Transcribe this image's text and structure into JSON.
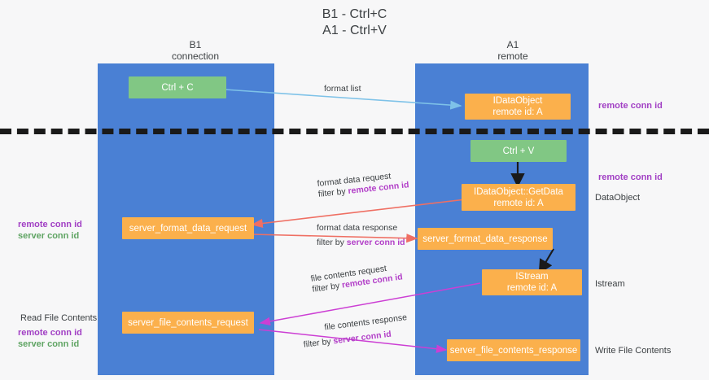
{
  "title": {
    "line1": "B1 - Ctrl+C",
    "line2": "A1 - Ctrl+V"
  },
  "columns": {
    "left": {
      "name": "B1",
      "role": "connection"
    },
    "right": {
      "name": "A1",
      "role": "remote"
    }
  },
  "nodes": {
    "ctrl_c": {
      "label": "Ctrl + C"
    },
    "ctrl_v": {
      "label": "Ctrl + V"
    },
    "idataobject": {
      "line1": "IDataObject",
      "line2": "remote id: A"
    },
    "idataobject_getdata": {
      "line1": "IDataObject::GetData",
      "line2": "remote id: A"
    },
    "server_format_data_request": {
      "label": "server_format_data_request"
    },
    "server_format_data_response": {
      "label": "server_format_data_response"
    },
    "istream": {
      "line1": "IStream",
      "line2": "remote id: A"
    },
    "server_file_contents_request": {
      "label": "server_file_contents_request"
    },
    "server_file_contents_response": {
      "label": "server_file_contents_response"
    }
  },
  "edge_labels": {
    "format_list": "format list",
    "format_data_request": "format data request",
    "format_data_request_filter_prefix": "filter by ",
    "format_data_request_filter_key": "remote conn id",
    "format_data_response": "format data response",
    "format_data_response_filter_prefix": "filter by ",
    "format_data_response_filter_key": "server conn id",
    "file_contents_request": "file contents request",
    "file_contents_request_filter_prefix": "filter by ",
    "file_contents_request_filter_key": "remote conn id",
    "file_contents_response": "file contents response",
    "file_contents_response_filter_prefix": "filter by ",
    "file_contents_response_filter_key": "server conn id"
  },
  "side_labels": {
    "right_remote_conn_id_top": "remote conn id",
    "right_remote_conn_id_mid": "remote conn id",
    "right_dataobject": "DataObject",
    "right_istream": "Istream",
    "right_write_file_contents": "Write File Contents",
    "left_remote_conn_id": "remote conn id",
    "left_server_conn_id": "server conn id",
    "left_read_file_contents": "Read File Contents",
    "left_bottom_remote_conn_id": "remote conn id",
    "left_bottom_server_conn_id": "server conn id"
  },
  "colors": {
    "lane": "#4a80d4",
    "green_node": "#81c784",
    "orange_node": "#fbb04c",
    "arrow_format_list": "#7ec2e8",
    "arrow_format_data": "#ef6f63",
    "arrow_file_contents": "#cc3fd4",
    "arrow_black": "#1a1a1a",
    "accent_purple": "#a13fc4",
    "accent_green": "#5fa463",
    "background": "#f7f7f8"
  }
}
